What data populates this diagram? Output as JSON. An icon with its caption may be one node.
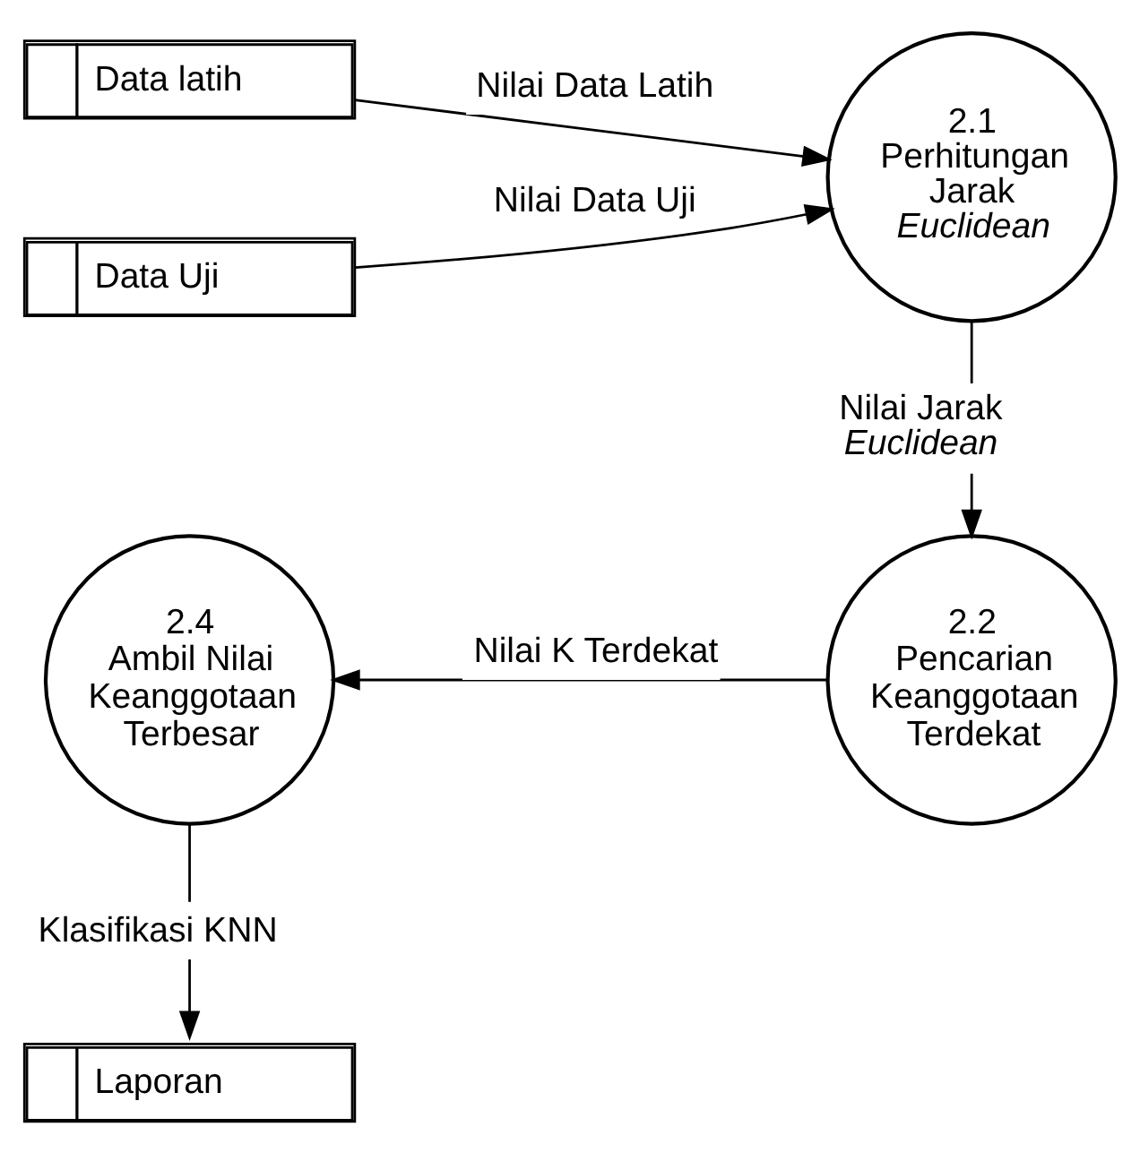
{
  "diagram": {
    "nodes": [
      {
        "text": [
          "Data latih"
        ]
      },
      {
        "text": [
          "Data Uji"
        ]
      },
      {
        "text": [
          "2.1",
          "Perhitungan Jarak *Euclidean*"
        ]
      },
      {
        "text": [
          "2.2",
          "Pencarian Keanggotaan Terdekat"
        ]
      },
      {
        "text": [
          "2.4",
          "Ambil Nilai Keanggotaan Terbesar"
        ]
      },
      {
        "text": [
          "Laporan"
        ]
      }
    ],
    "edges": [
      {
        "from": 0,
        "to": 2,
        "arrow": "to",
        "label": "Nilai Data Latih"
      },
      {
        "from": 1,
        "to": 2,
        "arrow": "to",
        "label": "Nilai Data Uji"
      },
      {
        "from": 2,
        "to": 3,
        "arrow": "to",
        "label": "Nilai Jarak *Euclidean*"
      },
      {
        "from": 3,
        "to": 4,
        "arrow": "to",
        "label": "Nilai K Terdekat"
      },
      {
        "from": 4,
        "to": 5,
        "arrow": "to",
        "label": "Klasifikasi KNN"
      }
    ]
  }
}
